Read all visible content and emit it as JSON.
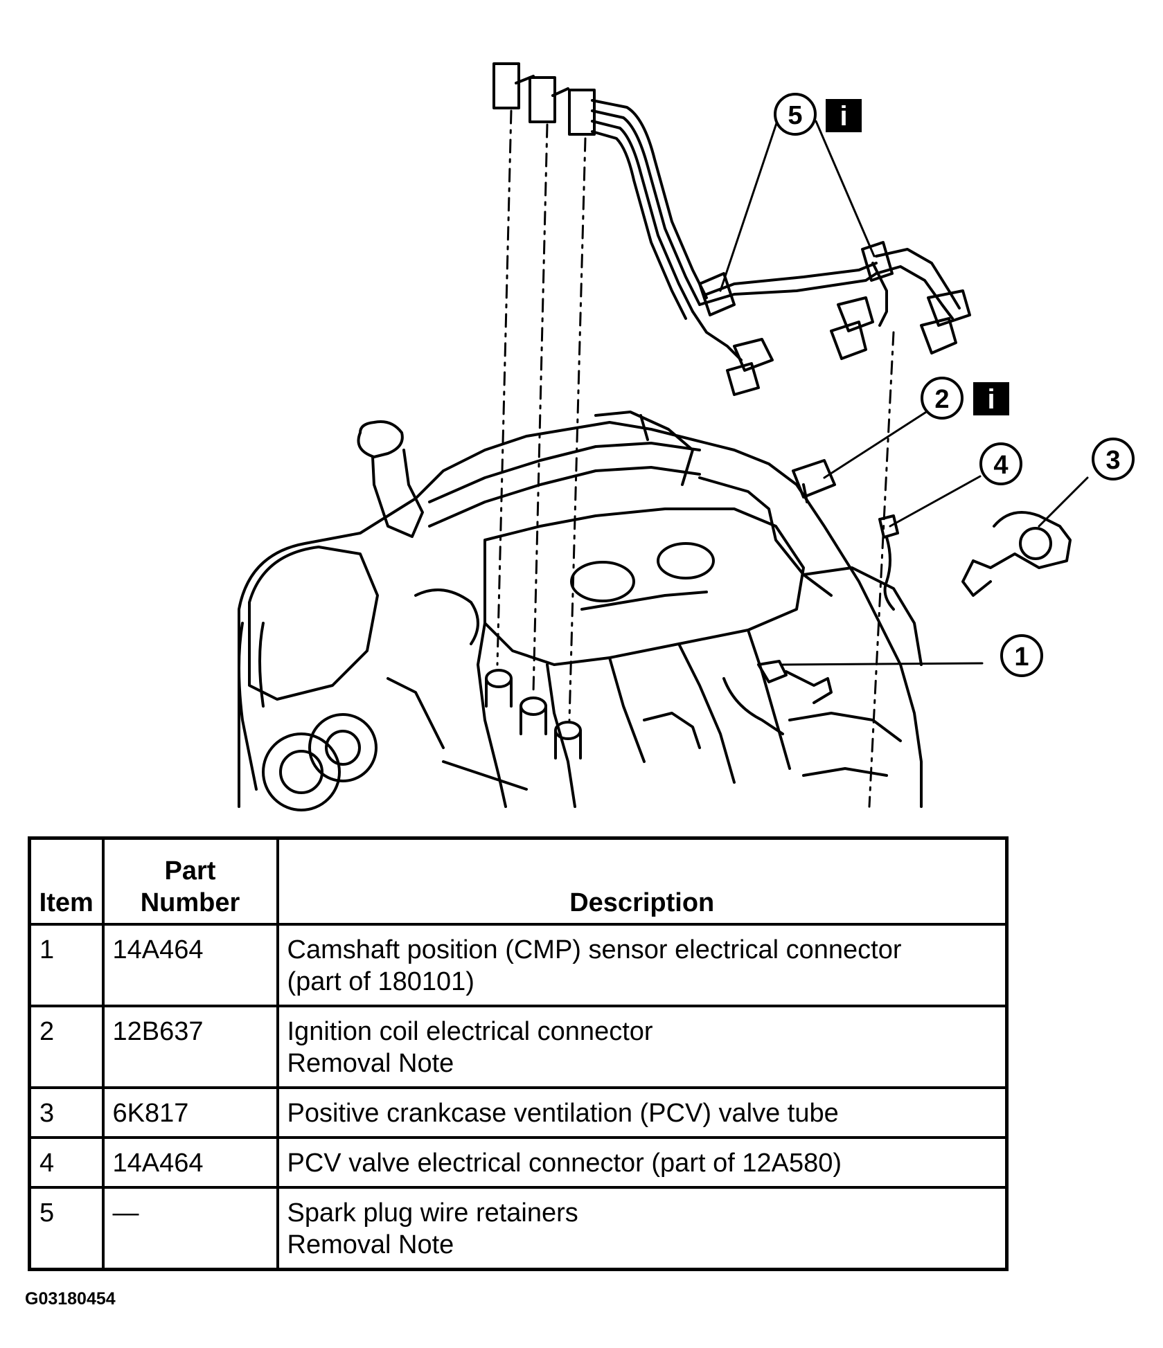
{
  "diagram": {
    "callouts": [
      {
        "number": "5",
        "has_info": true
      },
      {
        "number": "2",
        "has_info": true
      },
      {
        "number": "4",
        "has_info": false
      },
      {
        "number": "3",
        "has_info": false
      },
      {
        "number": "1",
        "has_info": false
      }
    ],
    "info_glyph": "i",
    "info_icon": "info-icon"
  },
  "table": {
    "headers": {
      "item": "Item",
      "part_line1": "Part",
      "part_line2": "Number",
      "description": "Description"
    },
    "rows": [
      {
        "item": "1",
        "part": "14A464",
        "desc_line1": "Camshaft position (CMP) sensor electrical connector",
        "desc_line2": "(part of 180101)"
      },
      {
        "item": "2",
        "part": "12B637",
        "desc_line1": "Ignition coil electrical connector",
        "desc_line2": "Removal Note"
      },
      {
        "item": "3",
        "part": "6K817",
        "desc_line1": "Positive crankcase ventilation (PCV) valve tube",
        "desc_line2": ""
      },
      {
        "item": "4",
        "part": "14A464",
        "desc_line1": "PCV valve electrical connector (part of 12A580)",
        "desc_line2": ""
      },
      {
        "item": "5",
        "part": "—",
        "desc_line1": "Spark plug wire retainers",
        "desc_line2": "Removal Note"
      }
    ]
  },
  "figure_id": "G03180454"
}
